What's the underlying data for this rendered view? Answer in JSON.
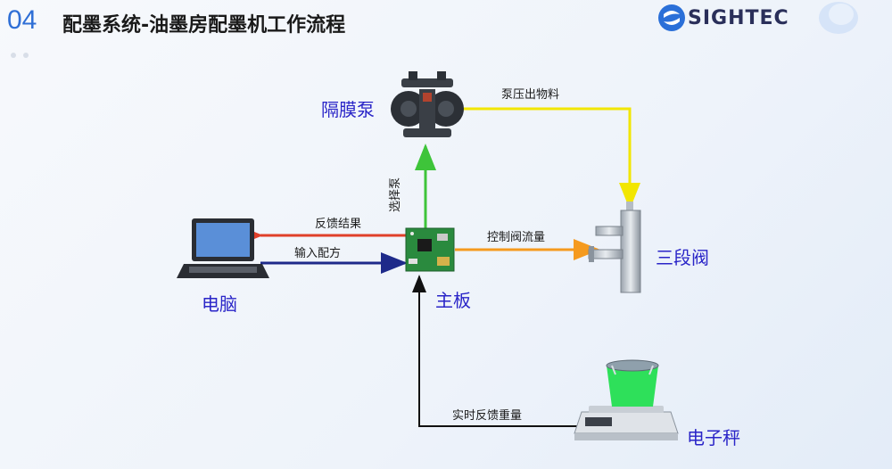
{
  "header": {
    "slide_number": "04",
    "title": "配墨系统-油墨房配墨机工作流程",
    "logo_text": "SIGHTEC"
  },
  "nodes": {
    "pump": "隔膜泵",
    "valve": "三段阀",
    "board": "主板",
    "computer": "电脑",
    "scale": "电子秤"
  },
  "edges": {
    "pump_output": "泵压出物料",
    "select_pump": "选择泵",
    "feedback_result": "反馈结果",
    "input_formula": "输入配方",
    "control_valve_flow": "控制阀流量",
    "realtime_weight_feedback": "实时反馈重量"
  },
  "colors": {
    "title_blue": "#2f6fd6",
    "node_label": "#2a25c8",
    "yellow_line": "#f2e600",
    "green_line": "#3ec43a",
    "red_line": "#e0402a",
    "navy_line": "#1e2a8a",
    "orange_line": "#f59a1e",
    "black_line": "#111111"
  }
}
